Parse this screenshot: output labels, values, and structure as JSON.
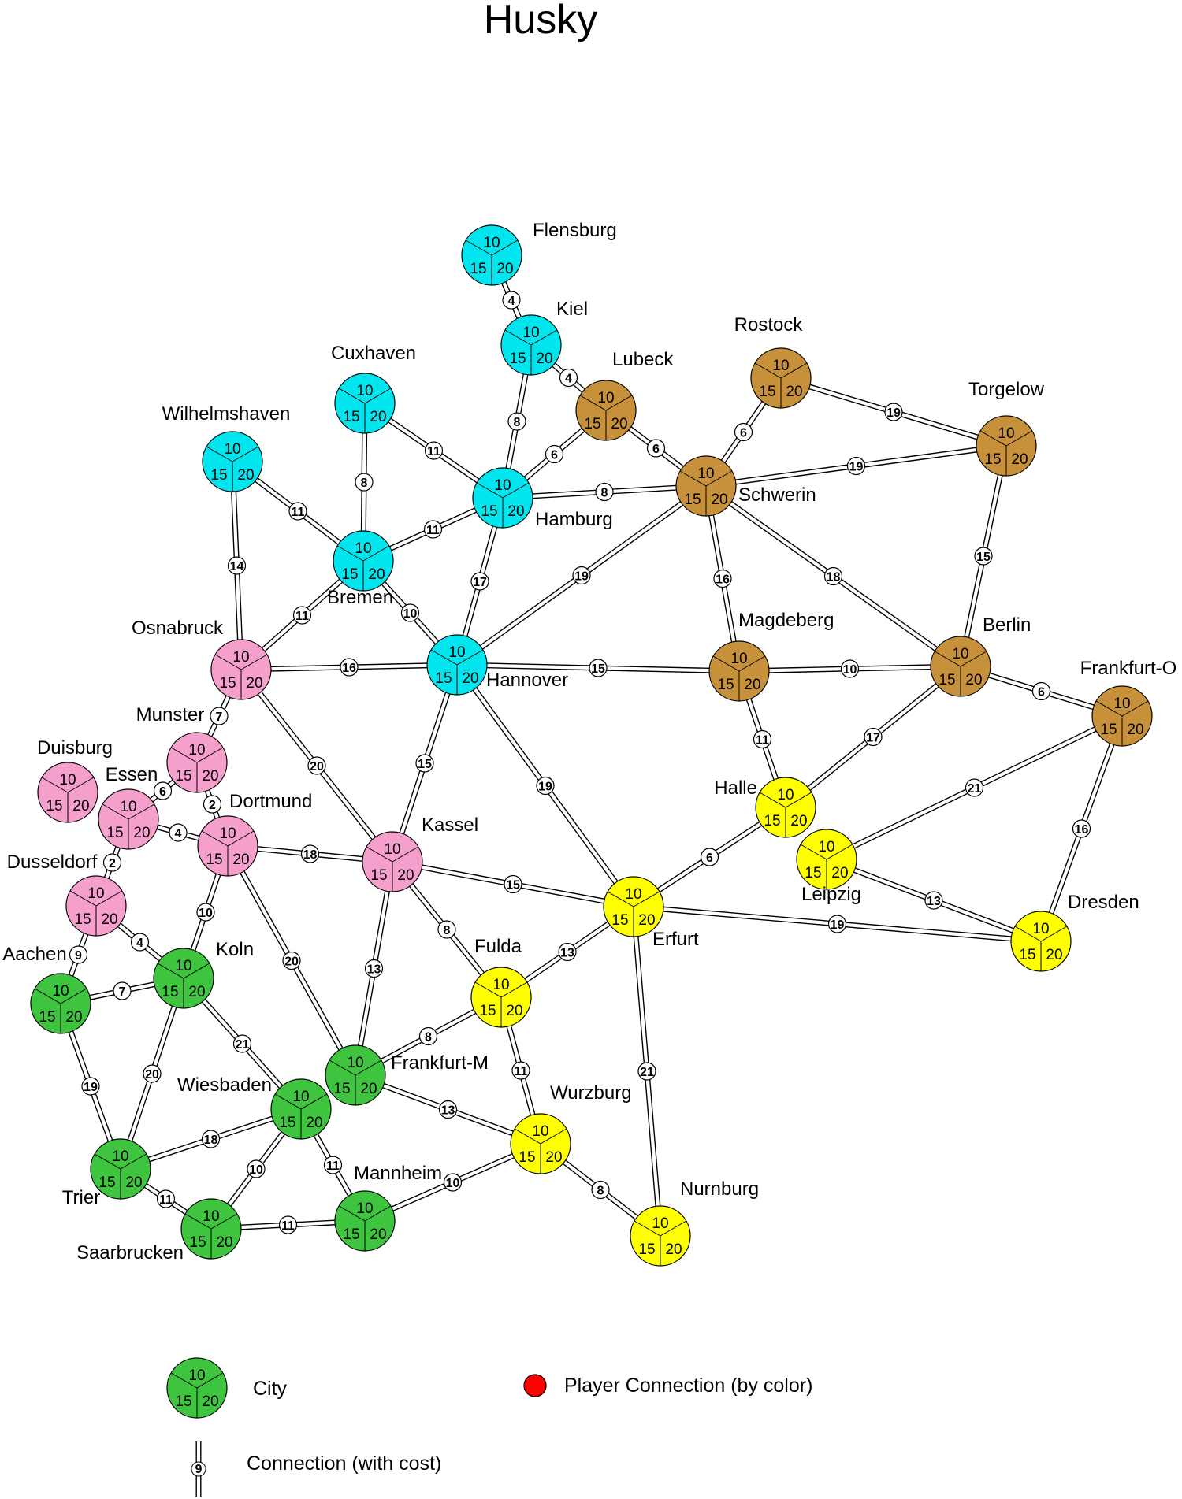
{
  "title": "Husky",
  "region_colors": {
    "cyan": "#00e5ee",
    "brown": "#c6913a",
    "pink": "#f49fcc",
    "yellow": "#ffff00",
    "green": "#3ec43e"
  },
  "slot_costs": [
    "10",
    "15",
    "20"
  ],
  "cities": [
    {
      "name": "Flensburg",
      "region": "cyan"
    },
    {
      "name": "Kiel",
      "region": "cyan"
    },
    {
      "name": "Cuxhaven",
      "region": "cyan"
    },
    {
      "name": "Wilhelmshaven",
      "region": "cyan"
    },
    {
      "name": "Hamburg",
      "region": "cyan"
    },
    {
      "name": "Bremen",
      "region": "cyan"
    },
    {
      "name": "Hannover",
      "region": "cyan"
    },
    {
      "name": "Lubeck",
      "region": "brown"
    },
    {
      "name": "Rostock",
      "region": "brown"
    },
    {
      "name": "Torgelow",
      "region": "brown"
    },
    {
      "name": "Schwerin",
      "region": "brown"
    },
    {
      "name": "Magdeberg",
      "region": "brown"
    },
    {
      "name": "Berlin",
      "region": "brown"
    },
    {
      "name": "Frankfurt-O",
      "region": "brown"
    },
    {
      "name": "Osnabruck",
      "region": "pink"
    },
    {
      "name": "Munster",
      "region": "pink"
    },
    {
      "name": "Duisburg",
      "region": "pink"
    },
    {
      "name": "Essen",
      "region": "pink"
    },
    {
      "name": "Dortmund",
      "region": "pink"
    },
    {
      "name": "Kassel",
      "region": "pink"
    },
    {
      "name": "Dusseldorf",
      "region": "pink"
    },
    {
      "name": "Halle",
      "region": "yellow"
    },
    {
      "name": "Leipzig",
      "region": "yellow"
    },
    {
      "name": "Erfurt",
      "region": "yellow"
    },
    {
      "name": "Dresden",
      "region": "yellow"
    },
    {
      "name": "Fulda",
      "region": "yellow"
    },
    {
      "name": "Wurzburg",
      "region": "yellow"
    },
    {
      "name": "Nurnburg",
      "region": "yellow"
    },
    {
      "name": "Aachen",
      "region": "green"
    },
    {
      "name": "Koln",
      "region": "green"
    },
    {
      "name": "Frankfurt-M",
      "region": "green"
    },
    {
      "name": "Wiesbaden",
      "region": "green"
    },
    {
      "name": "Trier",
      "region": "green"
    },
    {
      "name": "Saarbrucken",
      "region": "green"
    },
    {
      "name": "Mannheim",
      "region": "green"
    }
  ],
  "connections": [
    {
      "from": "Flensburg",
      "to": "Kiel",
      "cost": "4"
    },
    {
      "from": "Kiel",
      "to": "Lubeck",
      "cost": "4"
    },
    {
      "from": "Kiel",
      "to": "Hamburg",
      "cost": "8"
    },
    {
      "from": "Cuxhaven",
      "to": "Hamburg",
      "cost": "11"
    },
    {
      "from": "Cuxhaven",
      "to": "Bremen",
      "cost": "8"
    },
    {
      "from": "Wilhelmshaven",
      "to": "Bremen",
      "cost": "11"
    },
    {
      "from": "Wilhelmshaven",
      "to": "Osnabruck",
      "cost": "14"
    },
    {
      "from": "Hamburg",
      "to": "Lubeck",
      "cost": "6"
    },
    {
      "from": "Hamburg",
      "to": "Schwerin",
      "cost": "8"
    },
    {
      "from": "Hamburg",
      "to": "Bremen",
      "cost": "11"
    },
    {
      "from": "Hamburg",
      "to": "Hannover",
      "cost": "17"
    },
    {
      "from": "Lubeck",
      "to": "Schwerin",
      "cost": "6"
    },
    {
      "from": "Rostock",
      "to": "Schwerin",
      "cost": "6"
    },
    {
      "from": "Rostock",
      "to": "Torgelow",
      "cost": "19"
    },
    {
      "from": "Schwerin",
      "to": "Torgelow",
      "cost": "19"
    },
    {
      "from": "Schwerin",
      "to": "Hannover",
      "cost": "19"
    },
    {
      "from": "Schwerin",
      "to": "Magdeberg",
      "cost": "16"
    },
    {
      "from": "Schwerin",
      "to": "Berlin",
      "cost": "18"
    },
    {
      "from": "Torgelow",
      "to": "Berlin",
      "cost": "15"
    },
    {
      "from": "Bremen",
      "to": "Osnabruck",
      "cost": "11"
    },
    {
      "from": "Bremen",
      "to": "Hannover",
      "cost": "10"
    },
    {
      "from": "Osnabruck",
      "to": "Hannover",
      "cost": "16"
    },
    {
      "from": "Osnabruck",
      "to": "Munster",
      "cost": "7"
    },
    {
      "from": "Osnabruck",
      "to": "Kassel",
      "cost": "20"
    },
    {
      "from": "Hannover",
      "to": "Magdeberg",
      "cost": "15"
    },
    {
      "from": "Hannover",
      "to": "Kassel",
      "cost": "15"
    },
    {
      "from": "Hannover",
      "to": "Erfurt",
      "cost": "19"
    },
    {
      "from": "Magdeberg",
      "to": "Berlin",
      "cost": "10"
    },
    {
      "from": "Magdeberg",
      "to": "Halle",
      "cost": "11"
    },
    {
      "from": "Berlin",
      "to": "Frankfurt-O",
      "cost": "6"
    },
    {
      "from": "Berlin",
      "to": "Halle",
      "cost": "17"
    },
    {
      "from": "Frankfurt-O",
      "to": "Leipzig",
      "cost": "21"
    },
    {
      "from": "Frankfurt-O",
      "to": "Dresden",
      "cost": "16"
    },
    {
      "from": "Munster",
      "to": "Essen",
      "cost": "6"
    },
    {
      "from": "Munster",
      "to": "Dortmund",
      "cost": "2"
    },
    {
      "from": "Essen",
      "to": "Dortmund",
      "cost": "4"
    },
    {
      "from": "Essen",
      "to": "Dusseldorf",
      "cost": "2"
    },
    {
      "from": "Dortmund",
      "to": "Kassel",
      "cost": "18"
    },
    {
      "from": "Dortmund",
      "to": "Koln",
      "cost": "10"
    },
    {
      "from": "Dortmund",
      "to": "Frankfurt-M",
      "cost": "20"
    },
    {
      "from": "Kassel",
      "to": "Erfurt",
      "cost": "15"
    },
    {
      "from": "Kassel",
      "to": "Fulda",
      "cost": "8"
    },
    {
      "from": "Kassel",
      "to": "Frankfurt-M",
      "cost": "13"
    },
    {
      "from": "Halle",
      "to": "Erfurt",
      "cost": "6"
    },
    {
      "from": "Leipzig",
      "to": "Dresden",
      "cost": "13"
    },
    {
      "from": "Erfurt",
      "to": "Dresden",
      "cost": "19"
    },
    {
      "from": "Erfurt",
      "to": "Fulda",
      "cost": "13"
    },
    {
      "from": "Erfurt",
      "to": "Nurnburg",
      "cost": "21"
    },
    {
      "from": "Dusseldorf",
      "to": "Aachen",
      "cost": "9"
    },
    {
      "from": "Dusseldorf",
      "to": "Koln",
      "cost": "4"
    },
    {
      "from": "Aachen",
      "to": "Koln",
      "cost": "7"
    },
    {
      "from": "Aachen",
      "to": "Trier",
      "cost": "19"
    },
    {
      "from": "Koln",
      "to": "Trier",
      "cost": "20"
    },
    {
      "from": "Koln",
      "to": "Wiesbaden",
      "cost": "21"
    },
    {
      "from": "Fulda",
      "to": "Frankfurt-M",
      "cost": "8"
    },
    {
      "from": "Fulda",
      "to": "Wurzburg",
      "cost": "11"
    },
    {
      "from": "Frankfurt-M",
      "to": "Wurzburg",
      "cost": "13"
    },
    {
      "from": "Wiesbaden",
      "to": "Trier",
      "cost": "18"
    },
    {
      "from": "Wiesbaden",
      "to": "Saarbrucken",
      "cost": "10"
    },
    {
      "from": "Wiesbaden",
      "to": "Mannheim",
      "cost": "11"
    },
    {
      "from": "Trier",
      "to": "Saarbrucken",
      "cost": "11"
    },
    {
      "from": "Saarbrucken",
      "to": "Mannheim",
      "cost": "11"
    },
    {
      "from": "Mannheim",
      "to": "Wurzburg",
      "cost": "10"
    },
    {
      "from": "Wurzburg",
      "to": "Nurnburg",
      "cost": "8"
    }
  ],
  "legend": {
    "city_label": "City",
    "connection_label": "Connection (with cost)",
    "connection_sample_cost": "9",
    "player_label": "Player Connection (by color)",
    "player_color": "#ff0000"
  }
}
